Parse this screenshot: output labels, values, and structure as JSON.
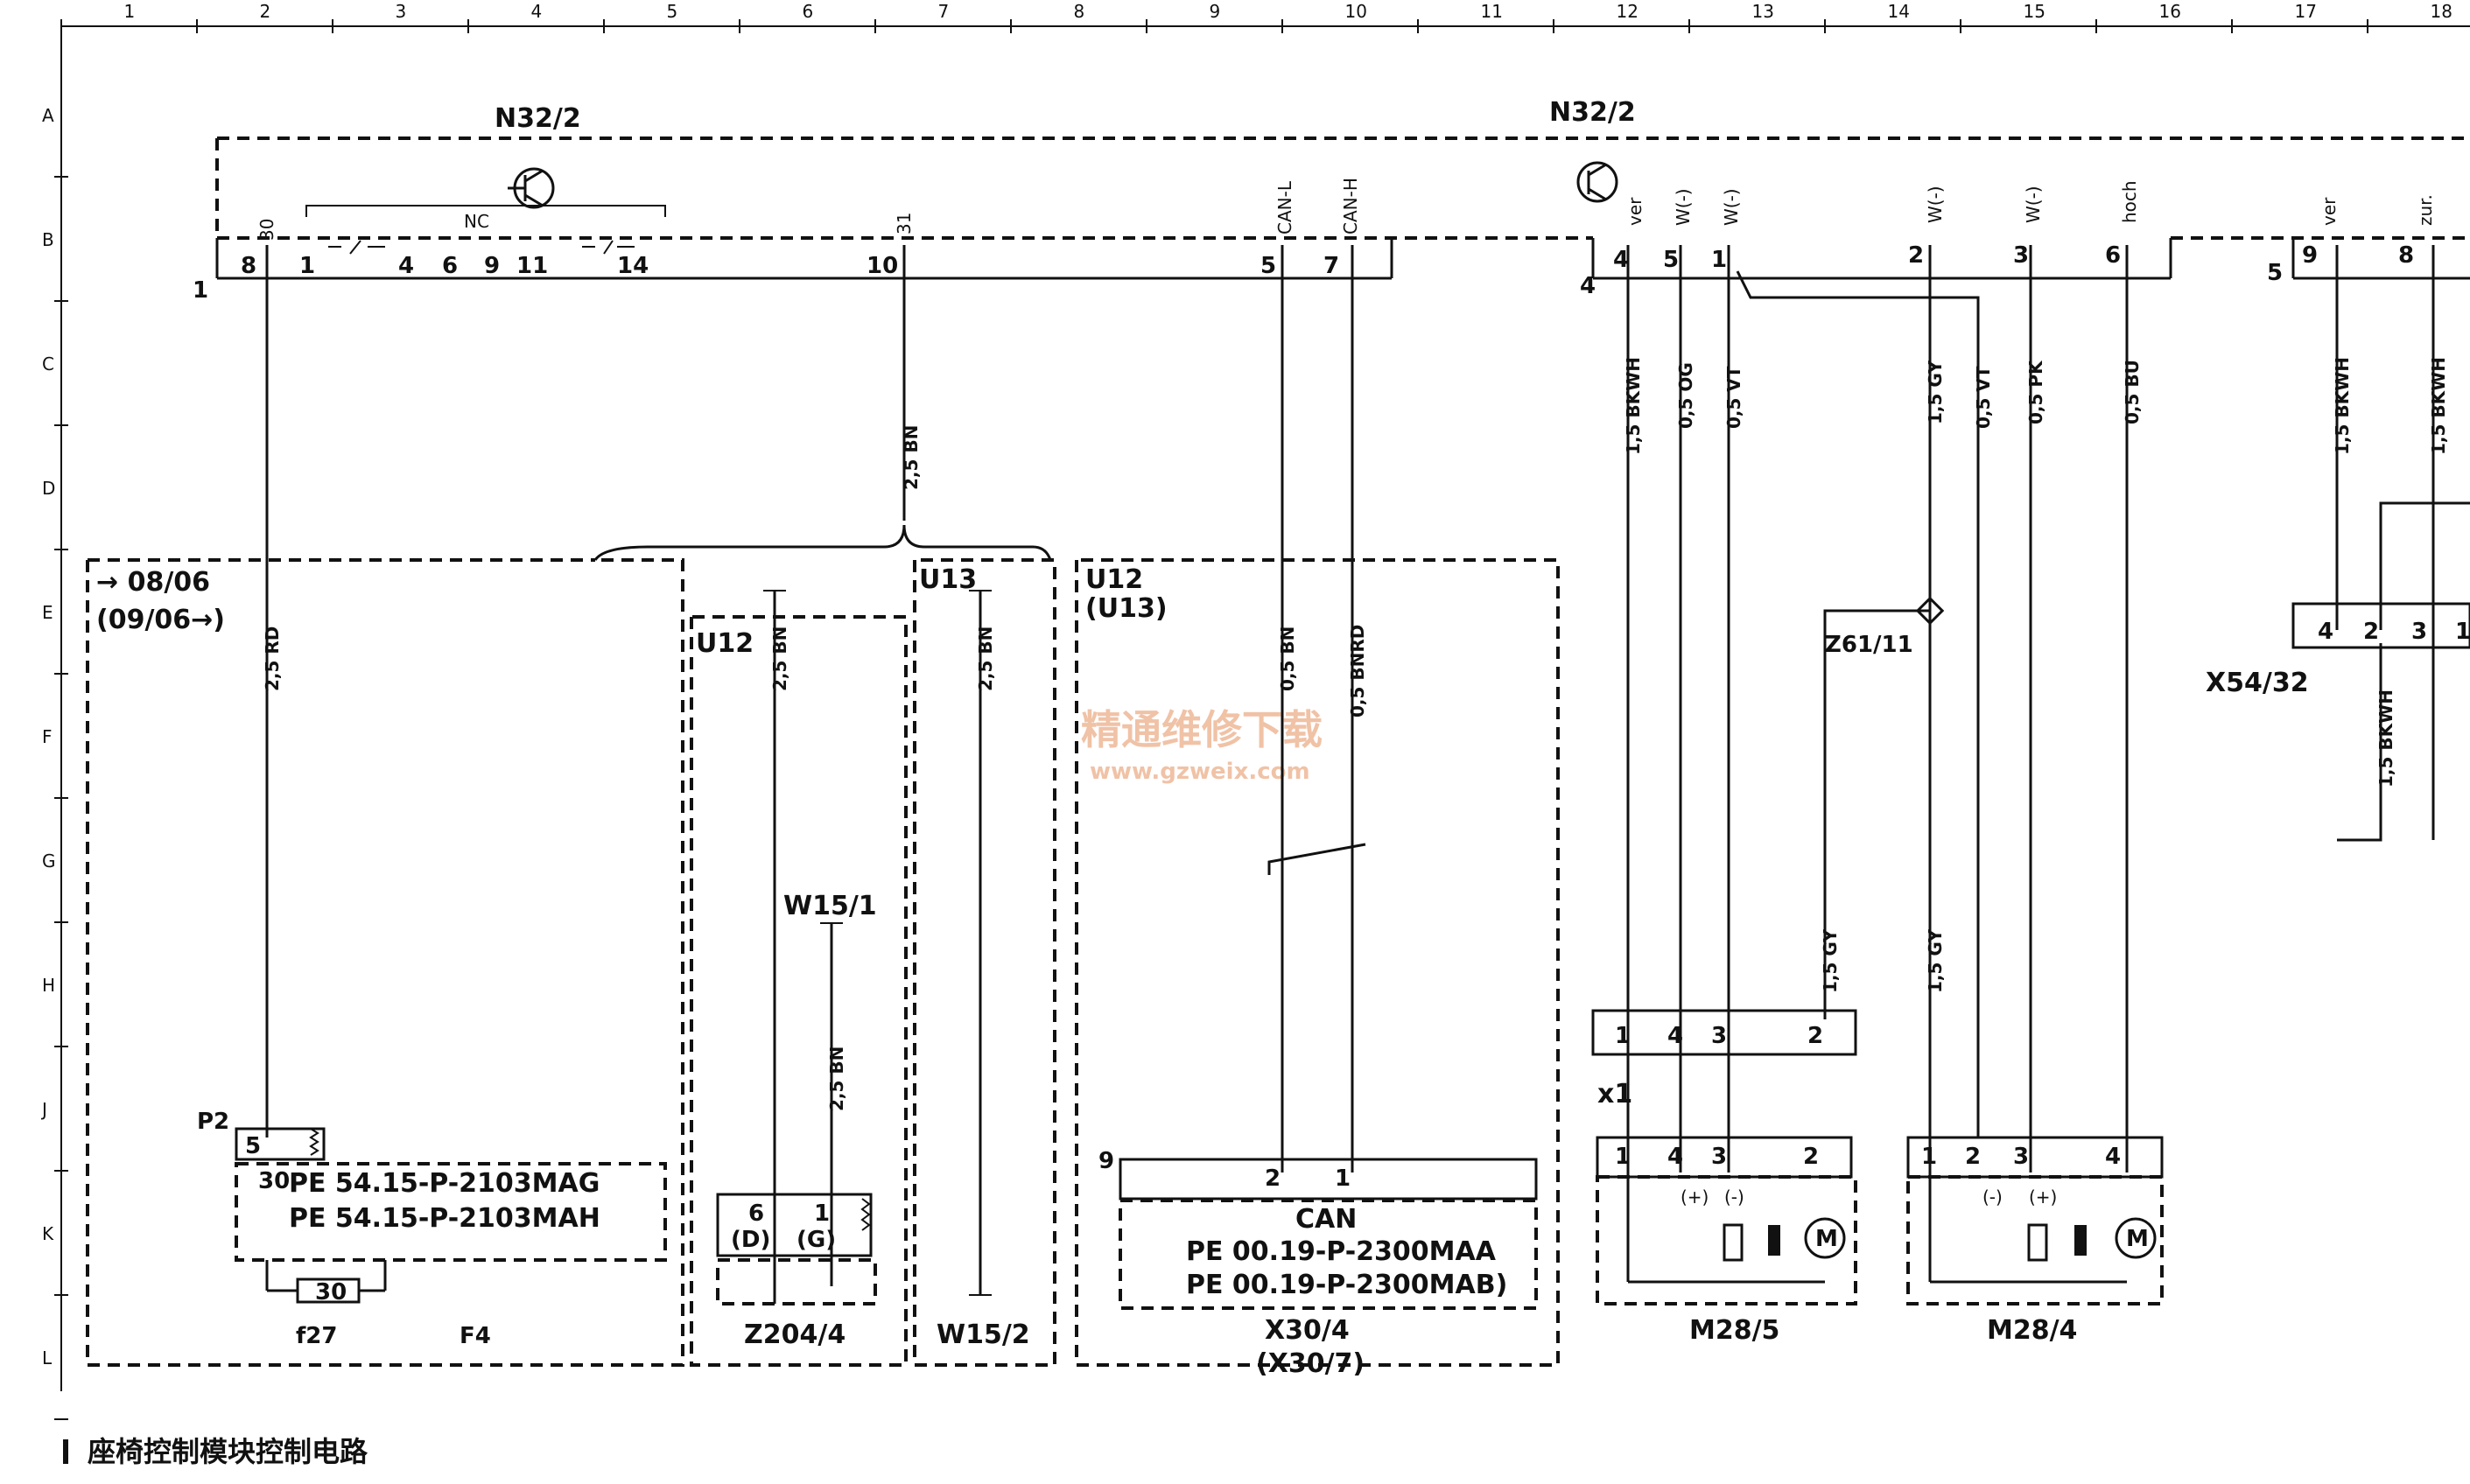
{
  "ruler": {
    "columns": [
      "1",
      "2",
      "3",
      "4",
      "5",
      "6",
      "7",
      "8",
      "9",
      "10",
      "11",
      "12",
      "13",
      "14",
      "15",
      "16",
      "17",
      "18"
    ],
    "rows": [
      "A",
      "B",
      "C",
      "D",
      "E",
      "F",
      "G",
      "H",
      "J",
      "K",
      "L"
    ]
  },
  "modules": {
    "n32_left": "N32/2",
    "n32_right": "N32/2",
    "conn_left": "1",
    "conn_4": "4",
    "conn_5": "5",
    "nc": "NC",
    "left_header_pins": [
      "8",
      "1",
      "4",
      "6",
      "9",
      "11",
      "14",
      "10"
    ],
    "pin_5": "5",
    "pin_7": "7",
    "top_pin_30": "30",
    "top_pin_31": "31",
    "can_l": "CAN-L",
    "can_h": "CAN-H",
    "right_header_pins": [
      "4",
      "5",
      "1",
      "2",
      "3",
      "6"
    ],
    "right_header_tops": [
      "ver",
      "W(-)",
      "W(-)",
      "W(-)",
      "W(-)",
      "hoch"
    ],
    "far_header_pins": [
      "9",
      "8"
    ],
    "far_header_tops": [
      "ver",
      "zur."
    ]
  },
  "wires": {
    "w_30": "2,5 RD",
    "w_31": "2,5 BN",
    "w_u12": "2,5 BN",
    "w_u13": "2,5 BN",
    "w_w151": "2,5 BN",
    "w_canl": "0,5 BN",
    "w_canh": "0,5 BNRD",
    "w_m1": "1,5 BKWH",
    "w_m2": "0,5 OG",
    "w_m3": "0,5 VT",
    "w_m4": "1,5 GY",
    "w_m5": "0,5 VT",
    "w_m6": "0,5 PK",
    "w_m7": "0,5 BU",
    "w_m8": "1,5 GY",
    "w_m9": "1,5 GY",
    "w_far1": "1,5 BKWH",
    "w_far2": "1,5 BKWH",
    "w_far3": "1,5 BKWH"
  },
  "boxes": {
    "date1": "→ 08/06",
    "date2": "(09/06→)",
    "u12": "U12",
    "u13": "U13",
    "u12b": "U12",
    "u13b": "(U13)",
    "p2": "P2",
    "p2_pin5": "5",
    "p2_pin30": "30",
    "pe1": "PE 54.15-P-2103MAG",
    "pe2": "PE 54.15-P-2103MAH",
    "fuse_val": "30",
    "f27": "f27",
    "f4": "F4",
    "w151": "W15/1",
    "w152": "W15/2",
    "z204": "Z204/4",
    "z_pin6": "6",
    "z_pin1": "1",
    "z_d": "(D)",
    "z_g": "(G)",
    "can_pin9": "9",
    "can_pin2": "2",
    "can_pin1": "1",
    "can": "CAN",
    "pe3": "PE 00.19-P-2300MAA",
    "pe4": "PE 00.19-P-2300MAB)",
    "x304": "X30/4",
    "x307": "(X30/7)",
    "z61": "Z61/11",
    "x1": "x1",
    "x1_pins": [
      "1",
      "4",
      "3",
      "2"
    ],
    "m285": "M28/5",
    "m285_pins": [
      "1",
      "4",
      "3",
      "2"
    ],
    "m284": "M28/4",
    "m284_pins": [
      "1",
      "2",
      "3",
      "4"
    ],
    "sign_plus": "(+)",
    "sign_minus": "(-)",
    "motor": "M",
    "x5432": "X54/32",
    "x5432_pins": [
      "4",
      "2",
      "3",
      "1"
    ]
  },
  "watermark": {
    "cn": "精通维修下载",
    "url": "www.gzweix.com"
  },
  "caption": "座椅控制模块控制电路"
}
